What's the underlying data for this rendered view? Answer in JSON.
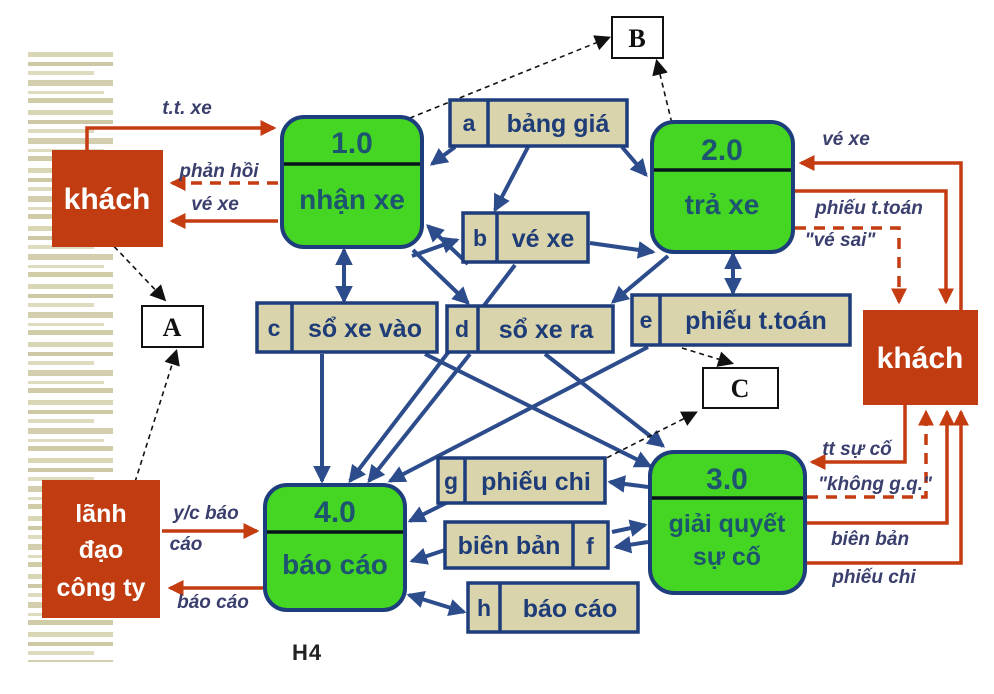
{
  "diagram": {
    "caption": "H4",
    "colors": {
      "process_fill": "#44d622",
      "process_border": "#1e3d7c",
      "store_fill": "#d9d4ab",
      "store_text": "#1e3c78",
      "entity_fill": "#c13c10",
      "flow_arrow_red": "#c43c10",
      "data_arrow_blue": "#2c4c8c",
      "flow_label_text": "#3a3f6e"
    },
    "entities": {
      "khach_left": {
        "label": "khách"
      },
      "khach_right": {
        "label": "khách"
      },
      "lanh_dao": {
        "line1": "lãnh",
        "line2": "đạo",
        "line3": "công ty"
      }
    },
    "processes": {
      "p1": {
        "number": "1.0",
        "name": "nhận xe"
      },
      "p2": {
        "number": "2.0",
        "name": "trả xe"
      },
      "p3": {
        "number": "3.0",
        "name1": "giải quyết",
        "name2": "sự cố"
      },
      "p4": {
        "number": "4.0",
        "name": "báo cáo"
      }
    },
    "stores": {
      "a": {
        "letter": "a",
        "name": "bảng giá"
      },
      "b": {
        "letter": "b",
        "name": "vé xe"
      },
      "c": {
        "letter": "c",
        "name": "sổ xe vào"
      },
      "d": {
        "letter": "d",
        "name": "sổ xe ra"
      },
      "e": {
        "letter": "e",
        "name": "phiếu t.toán"
      },
      "f": {
        "letter": "f",
        "name": "biên bản"
      },
      "g": {
        "letter": "g",
        "name": "phiếu chi"
      },
      "h": {
        "letter": "h",
        "name": "báo cáo"
      }
    },
    "connectors": {
      "a": "A",
      "b": "B",
      "c": "C"
    },
    "flows": {
      "tt_xe": "t.t. xe",
      "phan_hoi": "phản hồi",
      "ve_xe_left": "vé xe",
      "ve_xe_right": "vé xe",
      "phieu_ttoan": "phiếu t.toán",
      "ve_sai": "\"vé sai\"",
      "tt_su_co": "tt sự cố",
      "khong_gq": "\"không g.q.\"",
      "bien_ban": "biên bản",
      "phieu_chi": "phiếu chi",
      "yc_bao_cao_1": "y/c báo",
      "yc_bao_cao_2": "cáo",
      "bao_cao": "báo cáo"
    }
  }
}
